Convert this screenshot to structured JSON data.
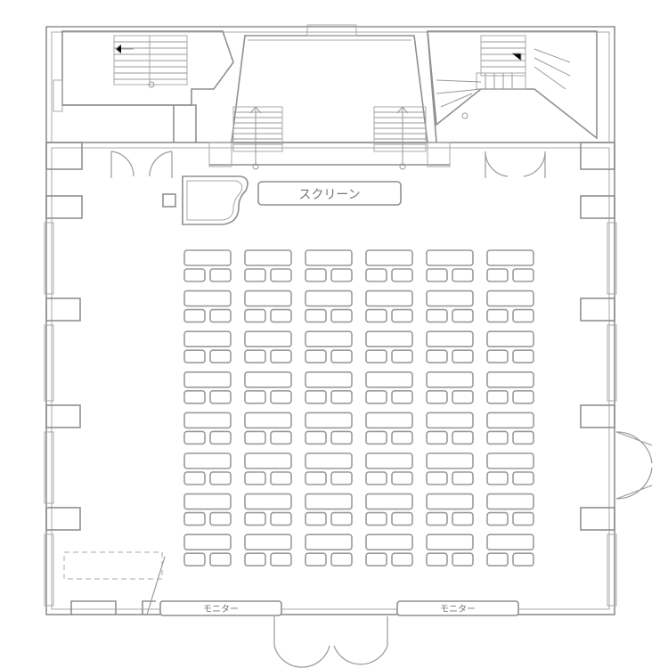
{
  "labels": {
    "screen": "スクリーン",
    "monitor_left": "モニター",
    "monitor_right": "モニター"
  },
  "seating": {
    "columns": 6,
    "rows": 8,
    "seats_per_desk": 2
  }
}
